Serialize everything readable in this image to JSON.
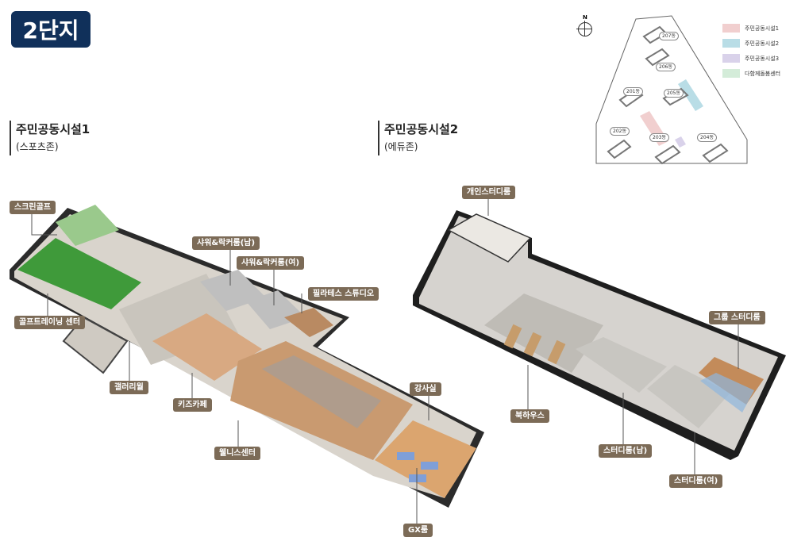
{
  "complex_label": "2단지",
  "facility1": {
    "title": "주민공동시설1",
    "subtitle": "(스포츠존)"
  },
  "facility2": {
    "title": "주민공동시설2",
    "subtitle": "(에듀존)"
  },
  "labels1": {
    "screen_golf": "스크린골프",
    "golf_training": "골프트레이닝 센터",
    "gallery": "갤러리월",
    "kids_cafe": "키즈카페",
    "shower_men": "샤워&락커룸(남)",
    "shower_women": "샤워&락커룸(여)",
    "pilates": "필라테스 스튜디오",
    "lecture": "강사실",
    "wellness": "웰니스센터",
    "gx": "GX룸"
  },
  "labels2": {
    "personal_study": "개인스터디룸",
    "book_house": "북하우스",
    "group_study": "그룹 스터디룸",
    "study_men": "스터디룸(남)",
    "study_women": "스터디룸(여)"
  },
  "compass": "N",
  "legend": [
    {
      "label": "주민공동시설1",
      "color": "#f1cfcf"
    },
    {
      "label": "주민공동시설2",
      "color": "#b9dde6"
    },
    {
      "label": "주민공동시설3",
      "color": "#d9d2ea"
    },
    {
      "label": "다함께돌봄센터",
      "color": "#d4ecd9"
    }
  ],
  "dongs": {
    "d207": "207동",
    "d206": "206동",
    "d201": "201동",
    "d205": "205동",
    "d202": "202동",
    "d203": "203동",
    "d204": "204동"
  }
}
